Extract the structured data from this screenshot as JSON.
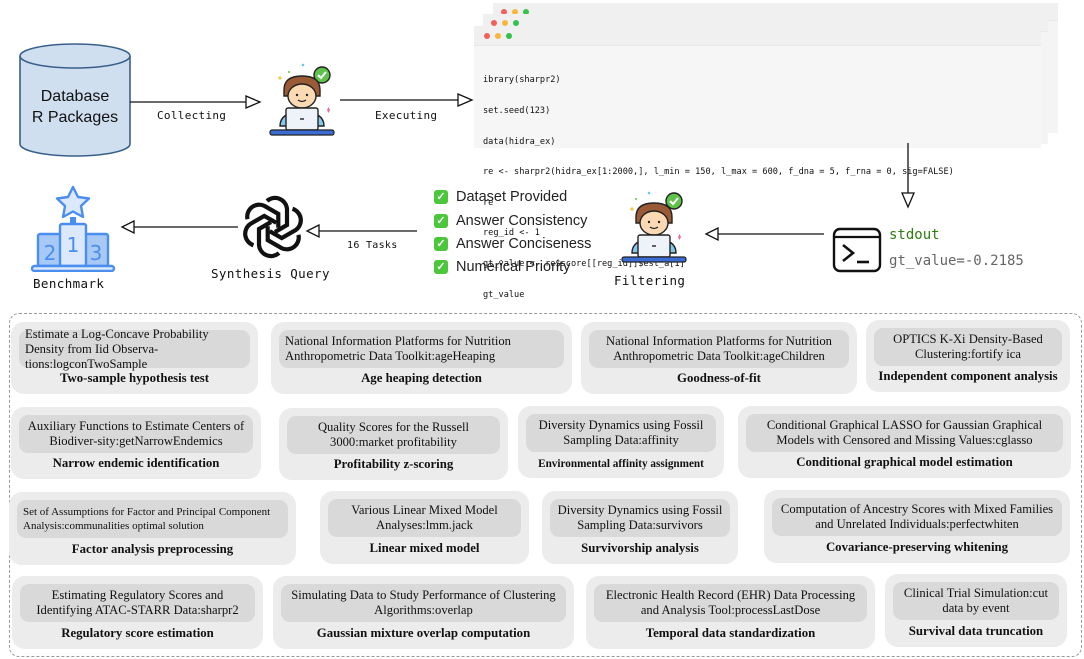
{
  "pipeline": {
    "database": {
      "line1": "Database",
      "line2": "R Packages"
    },
    "edges": {
      "collecting": "Collecting",
      "executing": "Executing",
      "tasks_count": "16 Tasks"
    },
    "code_window": {
      "lines": [
        "ibrary(sharpr2)",
        "set.seed(123)",
        "data(hidra_ex)",
        "re <- sharpr2(hidra_ex[1:2000,], l_min = 150, l_max = 600, f_dna = 5, f_rna = 0, sig=FALSE)",
        "re",
        "reg_id <- 1",
        "gt_value <- re$score[[reg_id]]$est_a[1]",
        "gt_value"
      ]
    },
    "stdout": {
      "label": "stdout",
      "value": "gt_value=-0.2185"
    },
    "filtering_label": "Filtering",
    "synthesis_label": "Synthesis Query",
    "benchmark_label": "Benchmark",
    "criteria": [
      "Dataset Provided",
      "Answer Consistency",
      "Answer Conciseness",
      "Numerical Priority"
    ],
    "colors": {
      "check_green": "#4cc63a",
      "stdout_green": "#2e7d10",
      "benchmark_blue": "#4a8ef0",
      "card_outer": "#ececec",
      "card_inner": "#d9d9d9"
    }
  },
  "tasks": [
    {
      "desc": "Estimate a Log-Concave Probability Density from Iid Observa-tions:logconTwoSample",
      "title": "Two-sample hypothesis test"
    },
    {
      "desc": "National Information Platforms for Nutrition Anthropometric Data Toolkit:ageHeaping",
      "title": "Age heaping detection"
    },
    {
      "desc": "National Information Platforms for Nutrition Anthropometric Data Toolkit:ageChildren",
      "title": "Goodness-of-fit"
    },
    {
      "desc": "OPTICS K-Xi Density-Based Clustering:fortify ica",
      "title": "Independent component analysis"
    },
    {
      "desc": "Auxiliary Functions to Estimate Centers of Biodiver-sity:getNarrowEndemics",
      "title": "Narrow endemic identification"
    },
    {
      "desc": "Quality Scores for the Russell 3000:market profitability",
      "title": "Profitability z-scoring"
    },
    {
      "desc": "Diversity Dynamics using Fossil Sampling Data:affinity",
      "title": "Environmental affinity assignment"
    },
    {
      "desc": "Conditional Graphical LASSO for Gaussian Graphical Models with Censored and Missing Values:cglasso",
      "title": "Conditional graphical model estimation"
    },
    {
      "desc": "Set of Assumptions for Factor and Principal Component Analysis:communalities optimal solution",
      "title": "Factor analysis preprocessing"
    },
    {
      "desc": "Various Linear Mixed Model Analyses:lmm.jack",
      "title": "Linear mixed model"
    },
    {
      "desc": "Diversity Dynamics using Fossil Sampling Data:survivors",
      "title": "Survivorship analysis"
    },
    {
      "desc": "Computation of Ancestry Scores with Mixed Families and Unrelated Individuals:perfectwhiten",
      "title": "Covariance-preserving whitening"
    },
    {
      "desc": "Estimating Regulatory Scores and Identifying ATAC-STARR Data:sharpr2",
      "title": "Regulatory score estimation"
    },
    {
      "desc": "Simulating Data to Study Performance of Clustering Algorithms:overlap",
      "title": "Gaussian mixture overlap computation"
    },
    {
      "desc": "Electronic Health Record (EHR) Data Processing and Analysis Tool:processLastDose",
      "title": "Temporal data standardization"
    },
    {
      "desc": "Clinical Trial Simulation:cut data by event",
      "title": "Survival data truncation"
    }
  ]
}
